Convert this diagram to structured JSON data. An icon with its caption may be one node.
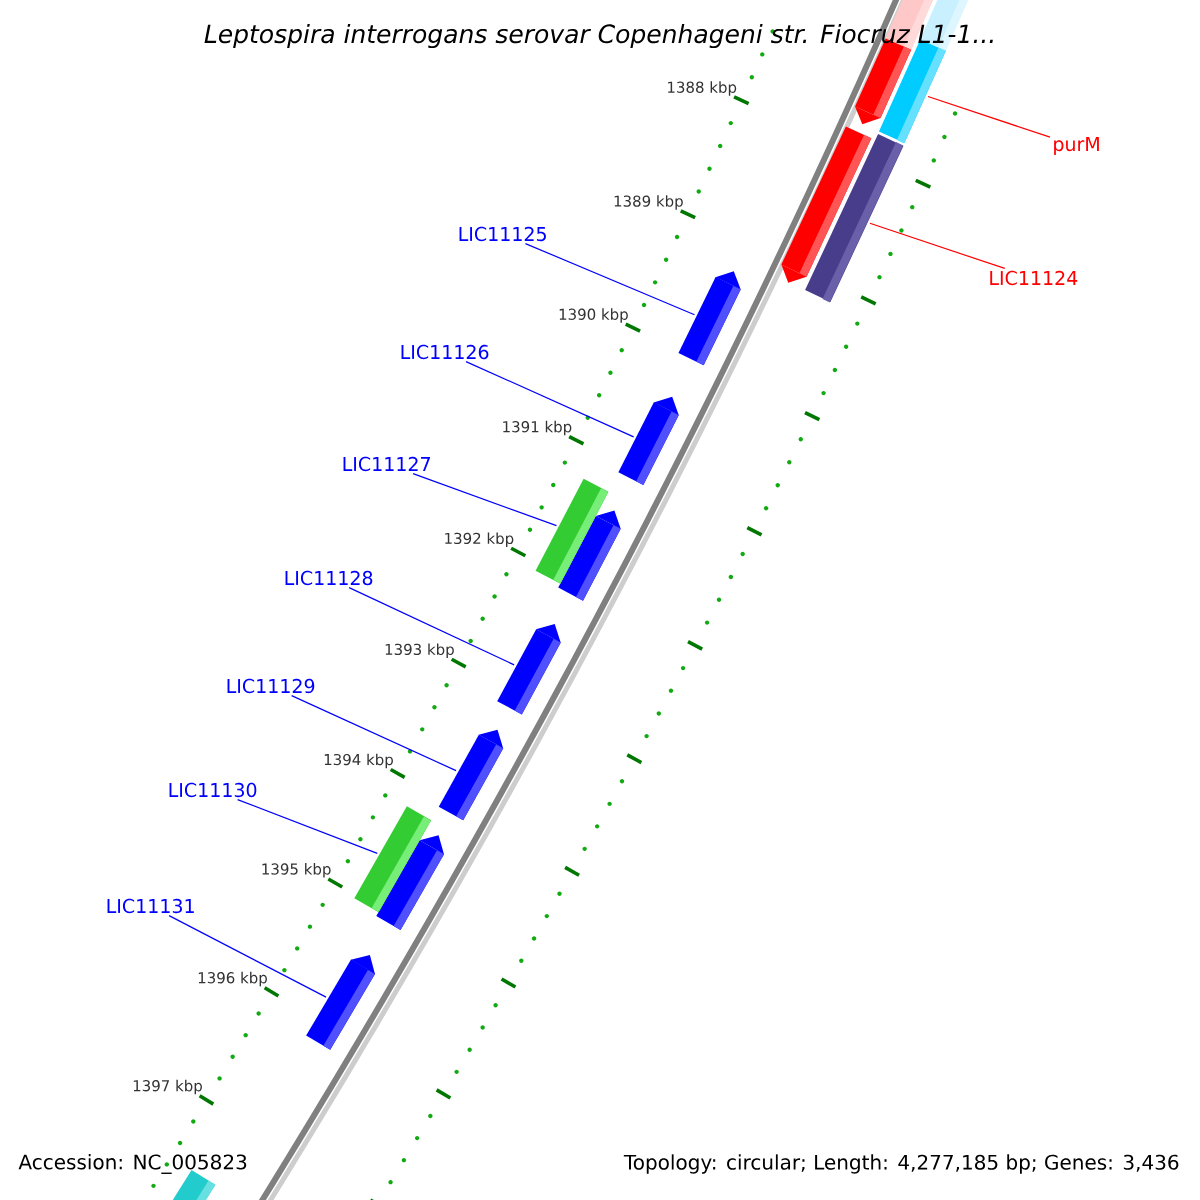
{
  "diagram": {
    "title": "Leptospira interrogans serovar Copenhageni str. Fiocruz L1-1...",
    "nodes": [
      {
        "text": [
          "purM"
        ]
      },
      {
        "text": [
          "LIC11124"
        ]
      },
      {
        "text": [
          "LIC11125"
        ]
      },
      {
        "text": [
          "LIC11126"
        ]
      },
      {
        "text": [
          "LIC11127"
        ]
      },
      {
        "text": [
          "LIC11128"
        ]
      },
      {
        "text": [
          "LIC11129"
        ]
      },
      {
        "text": [
          "LIC11130"
        ]
      },
      {
        "text": [
          "LIC11131"
        ]
      },
      {
        "text": [],
        "shape": "bar"
      },
      {
        "text": [],
        "shape": "bar"
      },
      {
        "text": [],
        "shape": "arrow"
      },
      {
        "text": [],
        "shape": "arrow"
      },
      {
        "text": [],
        "shape": "bar"
      },
      {
        "text": [],
        "shape": "arrow"
      },
      {
        "text": [],
        "shape": "arrow"
      },
      {
        "text": [],
        "shape": "bar"
      },
      {
        "text": [],
        "shape": "arrow"
      }
    ],
    "edges": [
      {
        "from": 0,
        "to": 9,
        "arrow": "none",
        "color": "#ff0000"
      },
      {
        "from": 1,
        "to": 10,
        "arrow": "none",
        "color": "#ff0000"
      },
      {
        "from": 2,
        "to": 11,
        "arrow": "none"
      },
      {
        "from": 3,
        "to": 12,
        "arrow": "none"
      },
      {
        "from": 4,
        "to": 13,
        "arrow": "none"
      },
      {
        "from": 5,
        "to": 14,
        "arrow": "none"
      },
      {
        "from": 6,
        "to": 15,
        "arrow": "none"
      },
      {
        "from": 7,
        "to": 16,
        "arrow": "none"
      },
      {
        "from": 8,
        "to": 17,
        "arrow": "none"
      }
    ],
    "labels": [
      "1388 kbp",
      "1389 kbp",
      "1390 kbp",
      "1391 kbp",
      "1392 kbp",
      "1393 kbp",
      "1394 kbp",
      "1395 kbp",
      "1396 kbp",
      "1397 kbp",
      "Accession: NC_005823",
      "Topology: circular; Length: 4,277,185 bp; Genes: 3,436"
    ]
  }
}
